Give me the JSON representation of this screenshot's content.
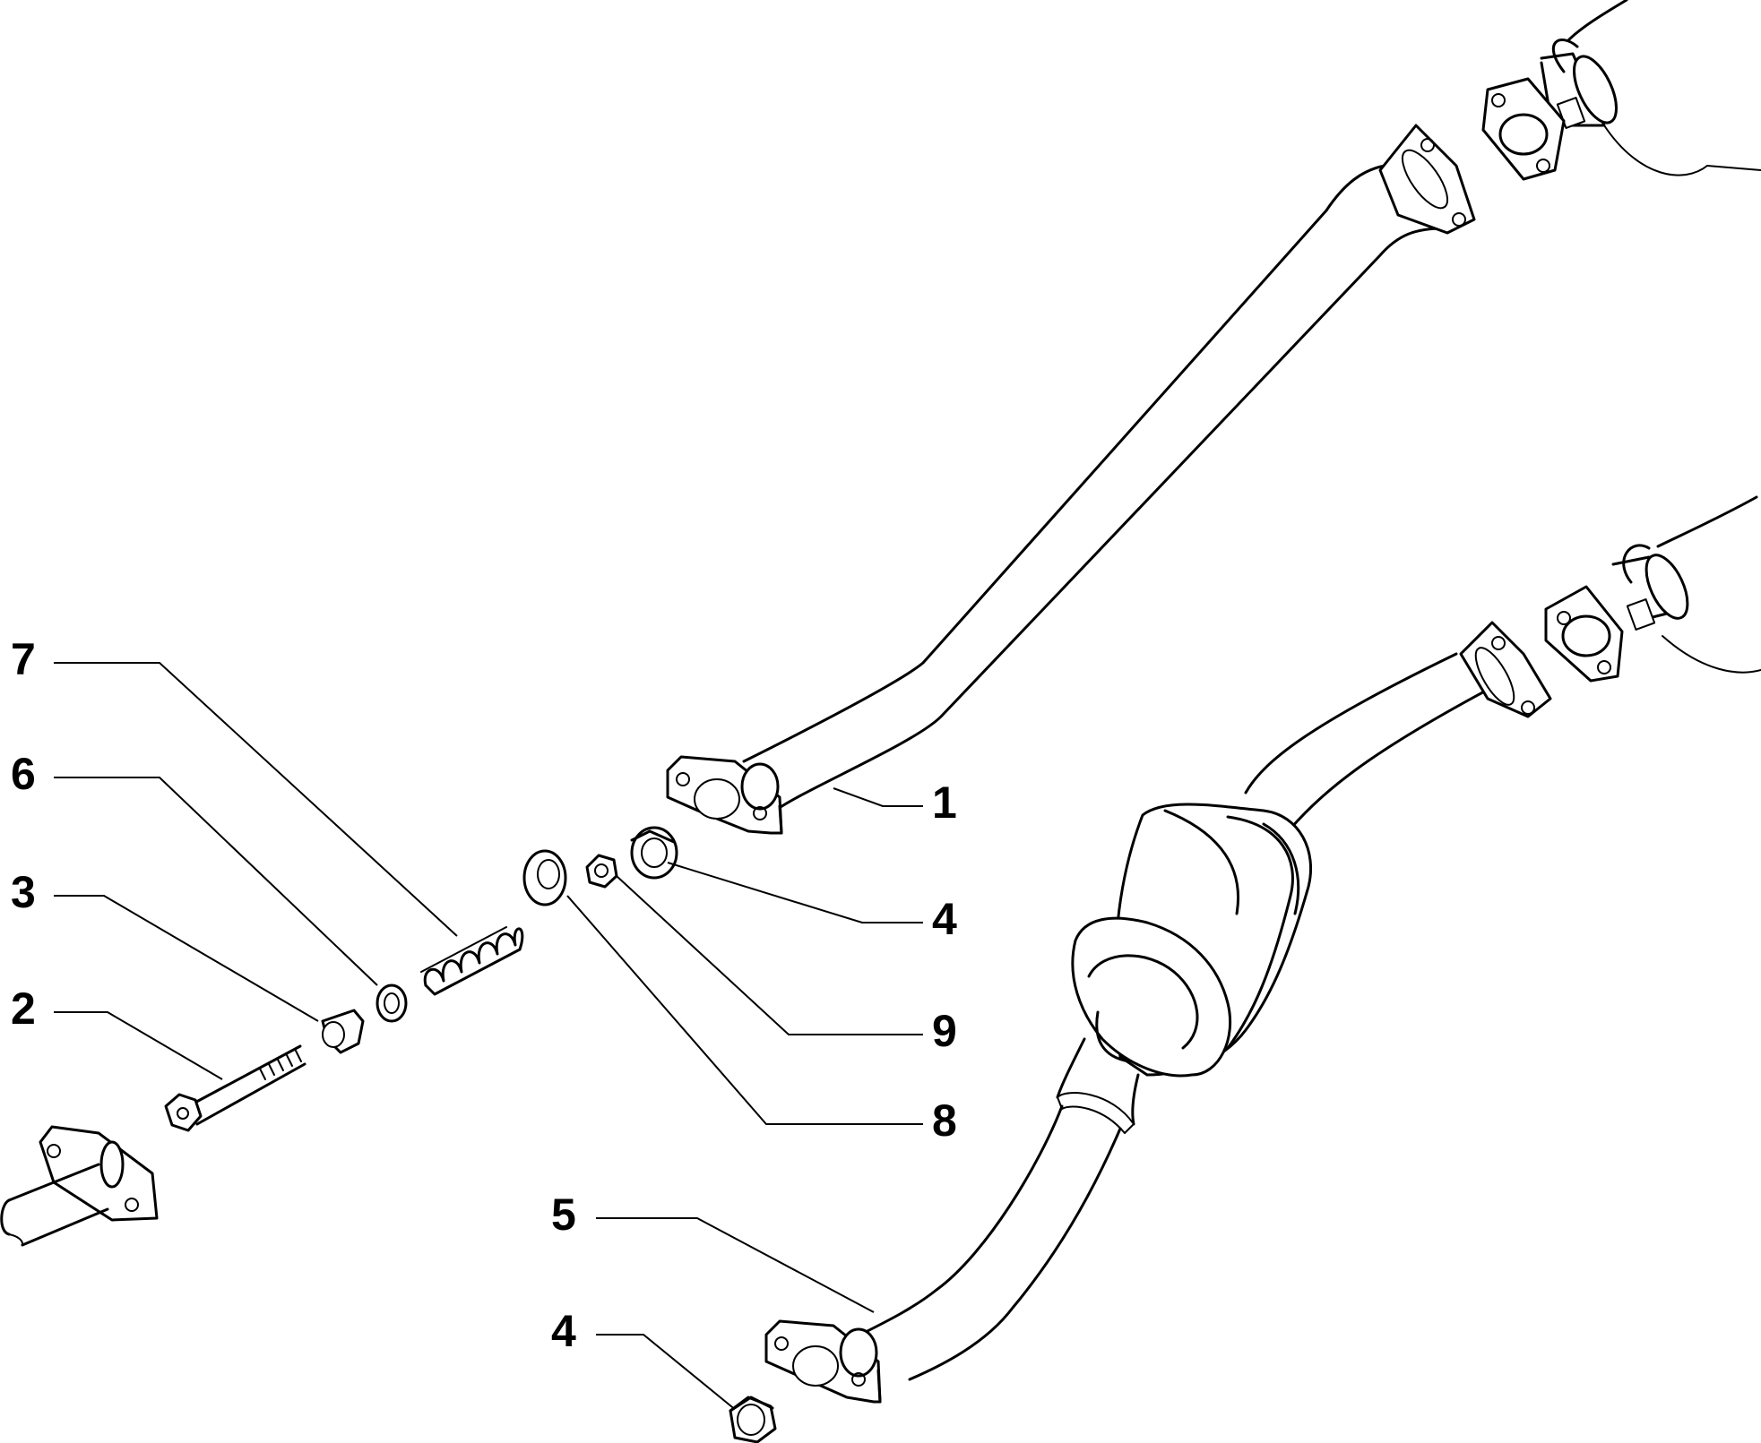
{
  "callouts": [
    {
      "id": "c1",
      "text": "1"
    },
    {
      "id": "c4a",
      "text": "4"
    },
    {
      "id": "c9",
      "text": "9"
    },
    {
      "id": "c8",
      "text": "8"
    },
    {
      "id": "c5",
      "text": "5"
    },
    {
      "id": "c4b",
      "text": "4"
    },
    {
      "id": "c7",
      "text": "7"
    },
    {
      "id": "c6",
      "text": "6"
    },
    {
      "id": "c3",
      "text": "3"
    },
    {
      "id": "c2",
      "text": "2"
    }
  ]
}
